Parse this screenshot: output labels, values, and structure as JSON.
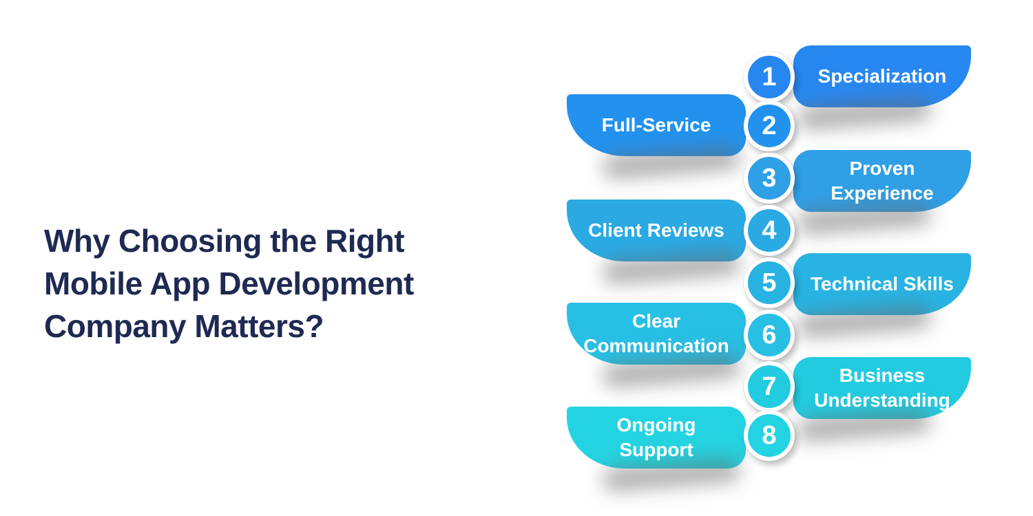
{
  "title": {
    "text": "Why Choosing the Right\nMobile App Development\nCompany Matters?",
    "color": "#1e2a52"
  },
  "palette": {
    "background": "#ffffff",
    "label_text": "#ffffff",
    "gradient_start": "#2787f0",
    "gradient_end": "#24d3e1"
  },
  "items": [
    {
      "number": "1",
      "label": "Specialization",
      "side": "right",
      "color": "#2787f0"
    },
    {
      "number": "2",
      "label": "Full-Service",
      "side": "left",
      "color": "#2292ee"
    },
    {
      "number": "3",
      "label": "Proven\nExperience",
      "side": "right",
      "color": "#2f9fe6"
    },
    {
      "number": "4",
      "label": "Client Reviews",
      "side": "left",
      "color": "#2aa9e3"
    },
    {
      "number": "5",
      "label": "Technical Skills",
      "side": "right",
      "color": "#28b3e2"
    },
    {
      "number": "6",
      "label": "Clear\nCommunication",
      "side": "left",
      "color": "#28bfe4"
    },
    {
      "number": "7",
      "label": "Business\nUnderstanding",
      "side": "right",
      "color": "#23cbe0"
    },
    {
      "number": "8",
      "label": "Ongoing\nSupport",
      "side": "left",
      "color": "#24d3e1"
    }
  ]
}
